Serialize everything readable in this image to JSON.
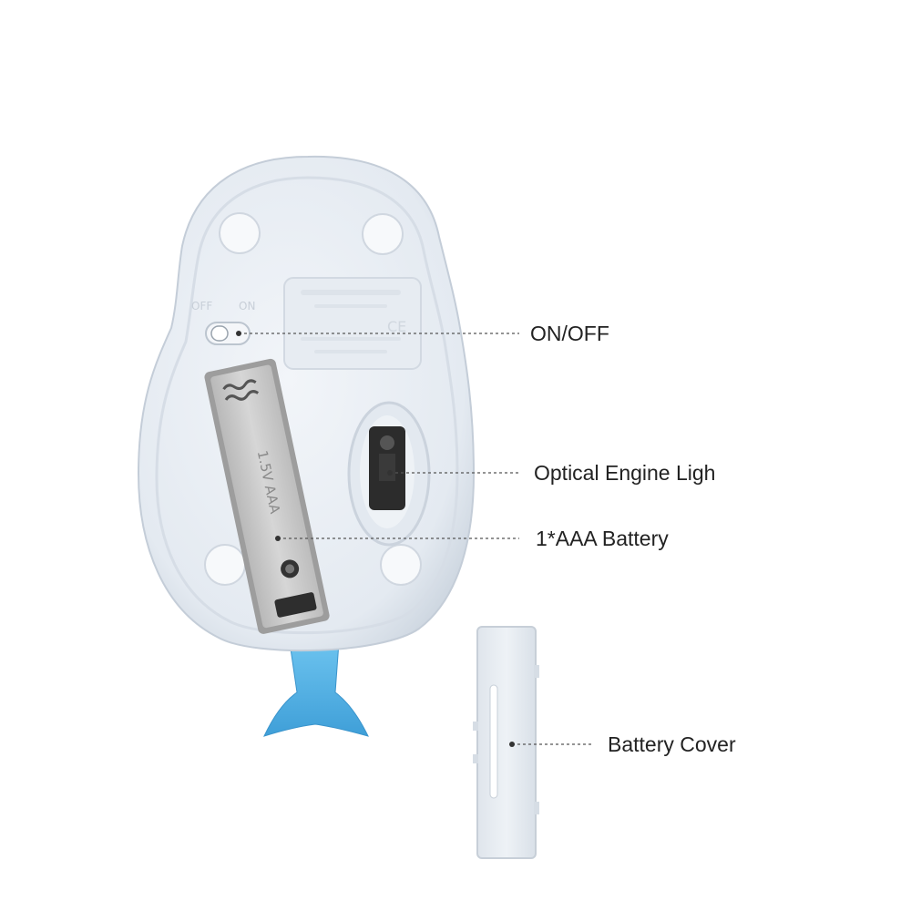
{
  "callouts": {
    "switch": "ON/OFF",
    "sensor": "Optical Engine Ligh",
    "battery": "1*AAA  Battery",
    "cover": "Battery Cover"
  },
  "mouse": {
    "switch_off": "OFF",
    "switch_on": "ON",
    "battery_text": "1.5V AAA",
    "label_plate_mark": "CE"
  },
  "colors": {
    "body": "#e9eef4",
    "body_shadow": "#d5dde6",
    "tail": "#5bb6e8",
    "battery_tray": "#c9c9c9",
    "leader_line": "#555555"
  }
}
